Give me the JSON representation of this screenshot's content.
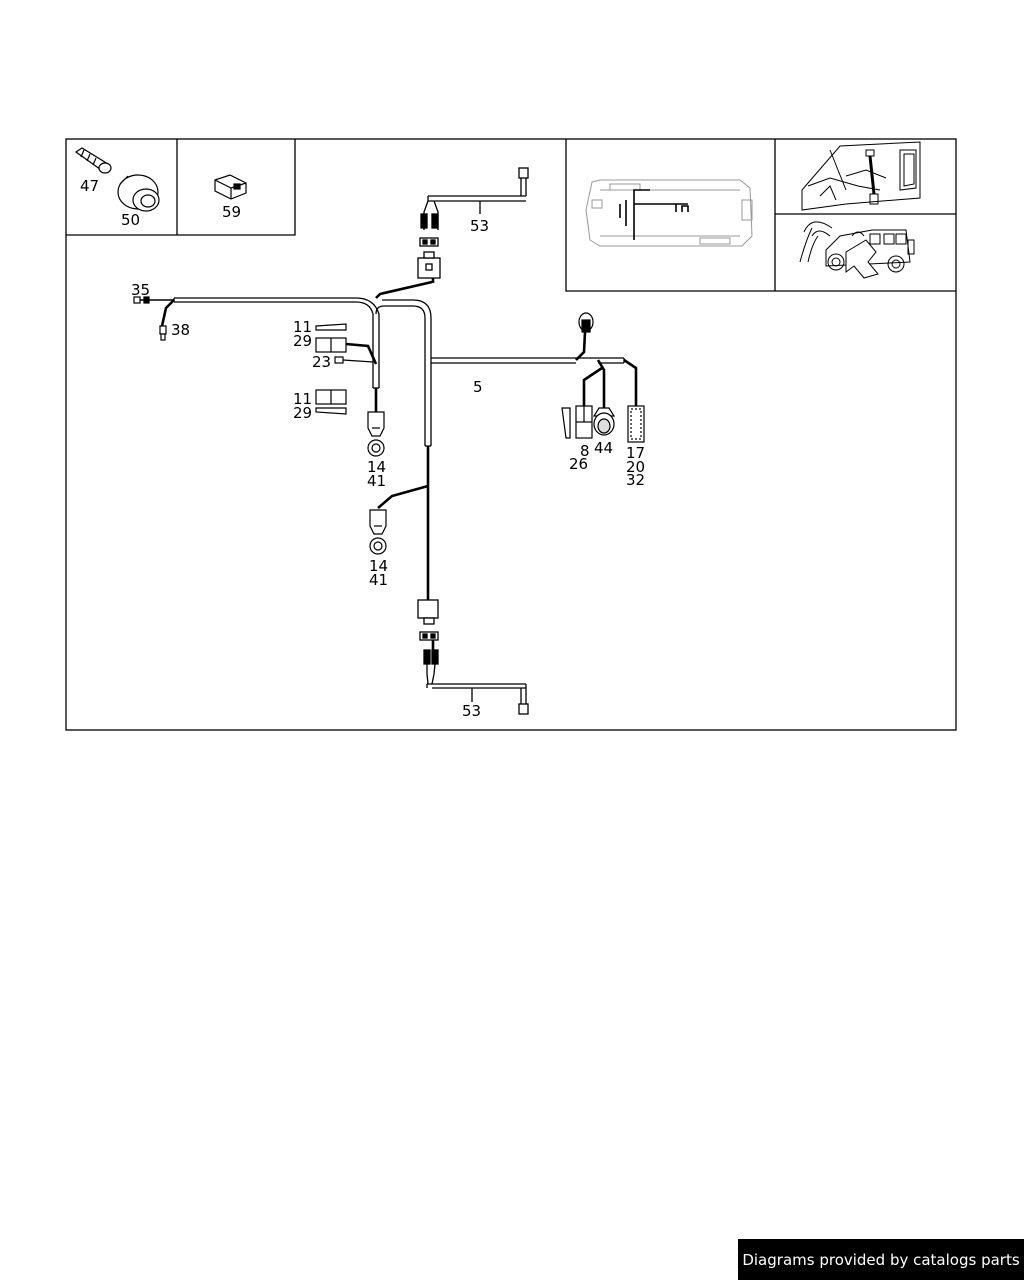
{
  "labels": {
    "l47": "47",
    "l50": "50",
    "l59": "59",
    "l53_top": "53",
    "l53_bottom": "53",
    "l35": "35",
    "l38": "38",
    "l11_a": "11",
    "l29_a": "29",
    "l23": "23",
    "l11_b": "11",
    "l29_b": "29",
    "l14_a": "14",
    "l41_a": "41",
    "l14_b": "14",
    "l41_b": "41",
    "l5": "5",
    "l8": "8",
    "l26": "26",
    "l44": "44",
    "l17": "17",
    "l20": "20",
    "l32": "32"
  },
  "footer": {
    "text": "Diagrams provided by catalogs parts"
  }
}
